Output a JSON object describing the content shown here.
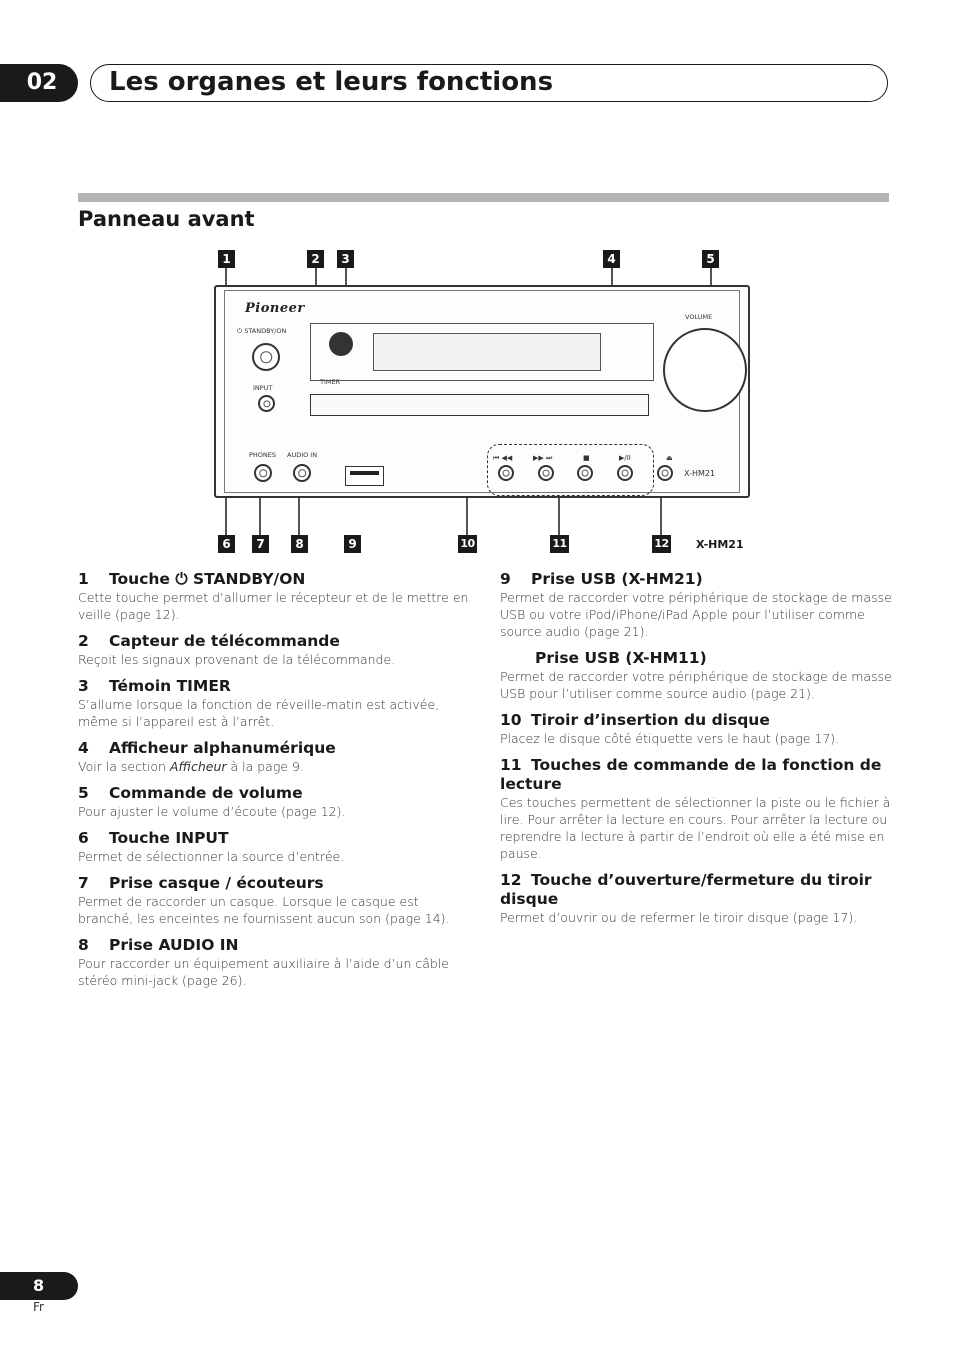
{
  "header": {
    "chapter_number": "02",
    "chapter_title": "Les organes et leurs fonctions"
  },
  "section": {
    "title": "Panneau avant"
  },
  "diagram": {
    "callouts_top": [
      "1",
      "2",
      "3",
      "4",
      "5"
    ],
    "callouts_bottom": [
      "6",
      "7",
      "8",
      "9",
      "10",
      "11",
      "12"
    ],
    "labels": {
      "brand": "Pioneer",
      "standby": "⏻ STANDBY/ON",
      "timer": "TIMER",
      "input": "INPUT",
      "phones": "PHONES",
      "audio_in": "AUDIO IN",
      "volume": "VOLUME",
      "model_device": "X-HM21",
      "model_outside": "X-HM21",
      "btn_prev": "⏮ ◀◀",
      "btn_next": "▶▶ ⏭",
      "btn_stop": "■",
      "btn_play": "▶/II",
      "btn_eject": "⏏"
    }
  },
  "items_left": [
    {
      "num": "1",
      "title": "Touche ⏻ STANDBY/ON",
      "desc": "Cette touche permet d’allumer le récepteur et de le mettre en veille (page 12)."
    },
    {
      "num": "2",
      "title": "Capteur de télécommande",
      "desc": "Reçoit les signaux provenant de la télécommande."
    },
    {
      "num": "3",
      "title": "Témoin TIMER",
      "desc": "S’allume lorsque la fonction de réveille-matin est activée, même si l’appareil est à l’arrêt."
    },
    {
      "num": "4",
      "title": "Afficheur alphanumérique",
      "desc_before": "Voir la section ",
      "desc_em": "Afficheur",
      "desc_after": " à la page 9."
    },
    {
      "num": "5",
      "title": "Commande de volume",
      "desc": "Pour ajuster le volume d’écoute (page 12)."
    },
    {
      "num": "6",
      "title": "Touche INPUT",
      "desc": "Permet de sélectionner la source d’entrée."
    },
    {
      "num": "7",
      "title": "Prise casque / écouteurs",
      "desc": "Permet de raccorder un casque. Lorsque le casque est branché, les enceintes ne fournissent aucun son (page 14)."
    },
    {
      "num": "8",
      "title": "Prise AUDIO IN",
      "desc": "Pour raccorder un équipement auxiliaire à l’aide d’un câble stéréo mini-jack (page 26)."
    }
  ],
  "items_right": [
    {
      "num": "9",
      "title": "Prise USB (X-HM21)",
      "desc": "Permet de raccorder votre périphérique de stockage de masse USB ou votre iPod/iPhone/iPad Apple pour l’utiliser comme source audio (page 21)."
    },
    {
      "num": "",
      "title": "Prise USB (X-HM11)",
      "desc": "Permet de raccorder votre périphérique de stockage de masse USB pour l’utiliser comme source audio (page 21)."
    },
    {
      "num": "10",
      "title": "Tiroir d’insertion du disque",
      "desc": "Placez le disque côté étiquette vers le haut (page 17)."
    },
    {
      "num": "11",
      "title": "Touches de commande de la fonction de lecture",
      "desc": "Ces touches permettent de sélectionner la piste ou le fichier à lire. Pour arrêter la lecture en cours. Pour arrêter la lecture ou reprendre la lecture à partir de l’endroit où elle a été mise en pause."
    },
    {
      "num": "12",
      "title": "Touche d’ouverture/fermeture du tiroir disque",
      "desc": "Permet d’ouvrir ou de refermer le tiroir disque (page 17)."
    }
  ],
  "footer": {
    "page_number": "8",
    "language": "Fr"
  }
}
